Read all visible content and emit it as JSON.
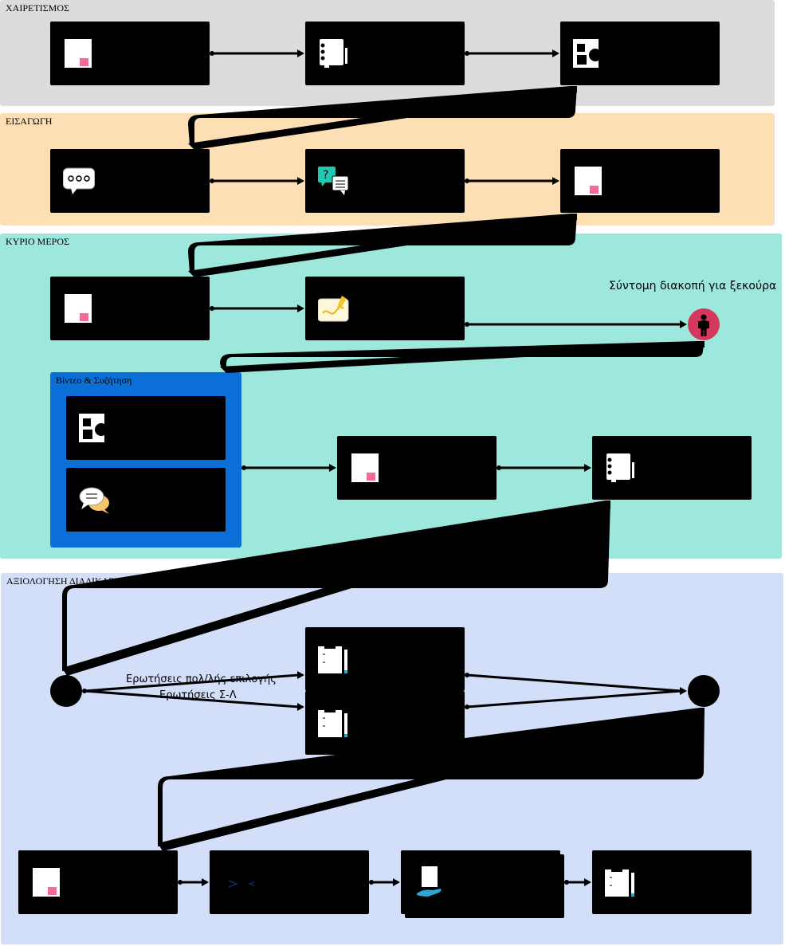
{
  "lanes": {
    "greeting": "ΧΑΙΡΕΤΙΣΜΟΣ",
    "intro": "ΕΙΣΑΓΩΓΗ",
    "main": "ΚΥΡΙΟ ΜΕΡΟΣ",
    "evaluation": "ΑΞΙΟΛΟΓΗΣΗ ΔΙΑΔΙΚΑΣΙΑΣ"
  },
  "group": {
    "title": "Βίντεο & Συζήτηση"
  },
  "labels": {
    "break": "Σύντομη διακοπή για ξεκούρα",
    "multiple_choice": "Ερωτήσεις πολ/λής επιλογής",
    "true_false": "Ερωτήσεις Σ-Λ"
  },
  "colors": {
    "greeting_lane": "#dcdcdc",
    "intro_lane": "#fddfb5",
    "main_lane": "#9de7dc",
    "evaluation_lane": "#d3dff9",
    "group": "#0b6fd7",
    "break_circle": "#d4385e",
    "sticky_accent": "#f06a9a"
  }
}
